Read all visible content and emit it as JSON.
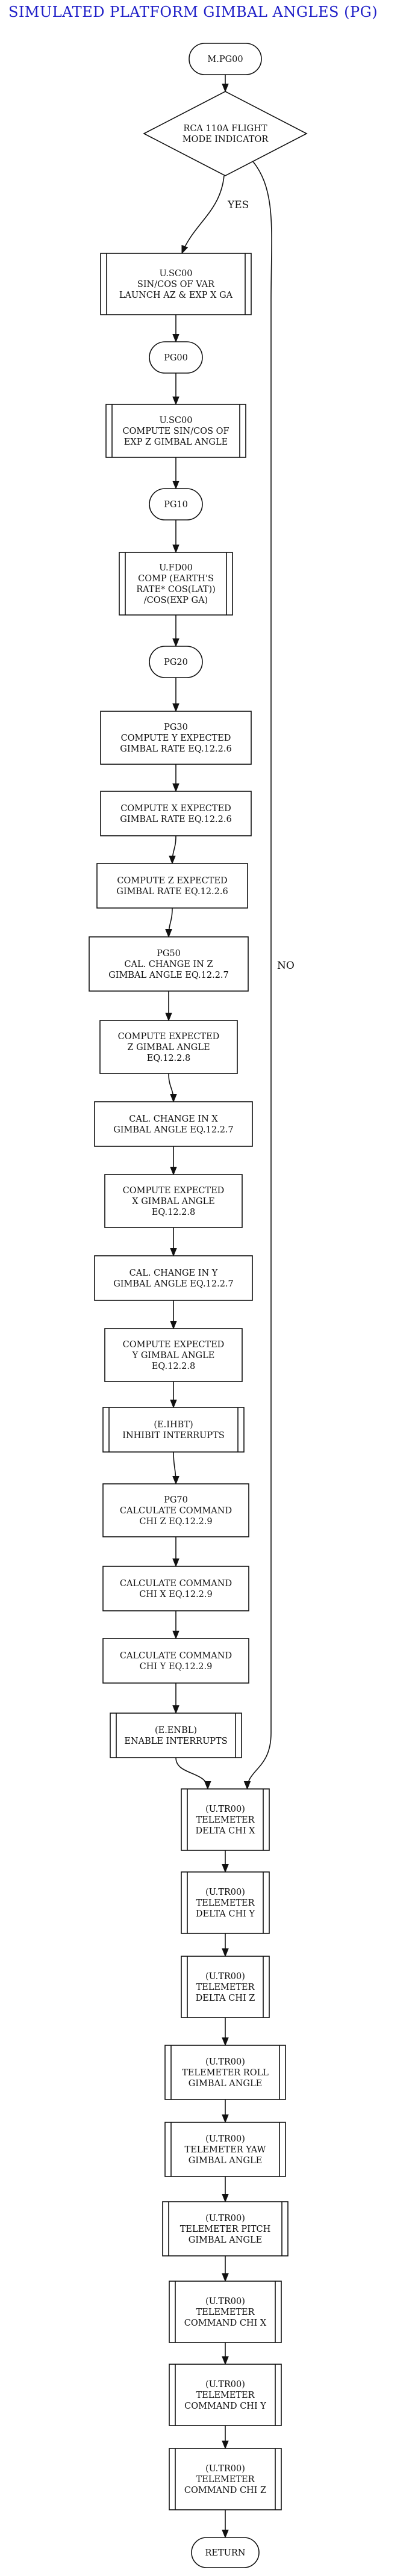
{
  "title": "SIMULATED PLATFORM GIMBAL ANGLES (PG)",
  "nodes": [
    {
      "id": "start",
      "shape": "terminal",
      "lines": [
        "M.PG00"
      ]
    },
    {
      "id": "decision",
      "shape": "diamond",
      "lines": [
        "RCA 110A FLIGHT",
        "MODE INDICATOR"
      ]
    },
    {
      "id": "usc00a",
      "shape": "subroutine",
      "lines": [
        "U.SC00",
        "SIN/COS OF VAR",
        "LAUNCH AZ & EXP X GA"
      ]
    },
    {
      "id": "pg00",
      "shape": "terminal",
      "lines": [
        "PG00"
      ]
    },
    {
      "id": "usc00b",
      "shape": "subroutine",
      "lines": [
        "U.SC00",
        "COMPUTE SIN/COS OF",
        "EXP Z GIMBAL ANGLE"
      ]
    },
    {
      "id": "pg10",
      "shape": "terminal",
      "lines": [
        "PG10"
      ]
    },
    {
      "id": "ufd00",
      "shape": "subroutine",
      "lines": [
        "U.FD00",
        "COMP (EARTH'S",
        "RATE* COS(LAT))",
        "/COS(EXP GA)"
      ]
    },
    {
      "id": "pg20",
      "shape": "terminal",
      "lines": [
        "PG20"
      ]
    },
    {
      "id": "pg30",
      "shape": "process",
      "lines": [
        "PG30",
        "COMPUTE Y EXPECTED",
        "GIMBAL RATE EQ.12.2.6"
      ]
    },
    {
      "id": "cxr",
      "shape": "process",
      "lines": [
        "COMPUTE X EXPECTED",
        "GIMBAL RATE EQ.12.2.6"
      ]
    },
    {
      "id": "czr",
      "shape": "process",
      "lines": [
        "COMPUTE Z EXPECTED",
        "GIMBAL RATE EQ.12.2.6"
      ]
    },
    {
      "id": "pg50",
      "shape": "process",
      "lines": [
        "PG50",
        "CAL. CHANGE IN Z",
        "GIMBAL ANGLE EQ.12.2.7"
      ]
    },
    {
      "id": "cez",
      "shape": "process",
      "lines": [
        "COMPUTE EXPECTED",
        "Z GIMBAL ANGLE",
        "EQ.12.2.8"
      ]
    },
    {
      "id": "ccx",
      "shape": "process",
      "lines": [
        "CAL. CHANGE IN X",
        "GIMBAL ANGLE EQ.12.2.7"
      ]
    },
    {
      "id": "cex",
      "shape": "process",
      "lines": [
        "COMPUTE EXPECTED",
        "X GIMBAL ANGLE",
        "EQ.12.2.8"
      ]
    },
    {
      "id": "ccy",
      "shape": "process",
      "lines": [
        "CAL. CHANGE IN Y",
        "GIMBAL ANGLE EQ.12.2.7"
      ]
    },
    {
      "id": "cey",
      "shape": "process",
      "lines": [
        "COMPUTE EXPECTED",
        "Y GIMBAL ANGLE",
        "EQ.12.2.8"
      ]
    },
    {
      "id": "inhibit",
      "shape": "subroutine",
      "lines": [
        "(E.IHBT)",
        "INHIBIT INTERRUPTS"
      ]
    },
    {
      "id": "pg70",
      "shape": "process",
      "lines": [
        "PG70",
        "CALCULATE COMMAND",
        "CHI Z EQ.12.2.9"
      ]
    },
    {
      "id": "chix",
      "shape": "process",
      "lines": [
        "CALCULATE COMMAND",
        "CHI X EQ.12.2.9"
      ]
    },
    {
      "id": "chiy",
      "shape": "process",
      "lines": [
        "CALCULATE COMMAND",
        "CHI Y EQ.12.2.9"
      ]
    },
    {
      "id": "enable",
      "shape": "subroutine",
      "lines": [
        "(E.ENBL)",
        "ENABLE INTERRUPTS"
      ]
    },
    {
      "id": "tdx",
      "shape": "subroutine",
      "lines": [
        "(U.TR00)",
        "TELEMETER",
        "DELTA CHI X"
      ]
    },
    {
      "id": "tdy",
      "shape": "subroutine",
      "lines": [
        "(U.TR00)",
        "TELEMETER",
        "DELTA CHI Y"
      ]
    },
    {
      "id": "tdz",
      "shape": "subroutine",
      "lines": [
        "(U.TR00)",
        "TELEMETER",
        "DELTA CHI Z"
      ]
    },
    {
      "id": "troll",
      "shape": "subroutine",
      "lines": [
        "(U.TR00)",
        "TELEMETER ROLL",
        "GIMBAL ANGLE"
      ]
    },
    {
      "id": "tyaw",
      "shape": "subroutine",
      "lines": [
        "(U.TR00)",
        "TELEMETER YAW",
        "GIMBAL ANGLE"
      ]
    },
    {
      "id": "tpitch",
      "shape": "subroutine",
      "lines": [
        "(U.TR00)",
        "TELEMETER PITCH",
        "GIMBAL ANGLE"
      ]
    },
    {
      "id": "tcx",
      "shape": "subroutine",
      "lines": [
        "(U.TR00)",
        "TELEMETER",
        "COMMAND CHI X"
      ]
    },
    {
      "id": "tcy",
      "shape": "subroutine",
      "lines": [
        "(U.TR00)",
        "TELEMETER",
        "COMMAND CHI Y"
      ]
    },
    {
      "id": "tcz",
      "shape": "subroutine",
      "lines": [
        "(U.TR00)",
        "TELEMETER",
        "COMMAND CHI Z"
      ]
    },
    {
      "id": "ret",
      "shape": "terminal",
      "lines": [
        "RETURN"
      ]
    }
  ],
  "edges": [
    {
      "from": "start",
      "to": "decision"
    },
    {
      "from": "decision",
      "to": "usc00a",
      "label": "YES"
    },
    {
      "from": "decision",
      "to": "tdx",
      "label": "NO"
    },
    {
      "from": "usc00a",
      "to": "pg00"
    },
    {
      "from": "pg00",
      "to": "usc00b"
    },
    {
      "from": "usc00b",
      "to": "pg10"
    },
    {
      "from": "pg10",
      "to": "ufd00"
    },
    {
      "from": "ufd00",
      "to": "pg20"
    },
    {
      "from": "pg20",
      "to": "pg30"
    },
    {
      "from": "pg30",
      "to": "cxr"
    },
    {
      "from": "cxr",
      "to": "czr"
    },
    {
      "from": "czr",
      "to": "pg50"
    },
    {
      "from": "pg50",
      "to": "cez"
    },
    {
      "from": "cez",
      "to": "ccx"
    },
    {
      "from": "ccx",
      "to": "cex"
    },
    {
      "from": "cex",
      "to": "ccy"
    },
    {
      "from": "ccy",
      "to": "cey"
    },
    {
      "from": "cey",
      "to": "inhibit"
    },
    {
      "from": "inhibit",
      "to": "pg70"
    },
    {
      "from": "pg70",
      "to": "chix"
    },
    {
      "from": "chix",
      "to": "chiy"
    },
    {
      "from": "chiy",
      "to": "enable"
    },
    {
      "from": "enable",
      "to": "tdx"
    },
    {
      "from": "tdx",
      "to": "tdy"
    },
    {
      "from": "tdy",
      "to": "tdz"
    },
    {
      "from": "tdz",
      "to": "troll"
    },
    {
      "from": "troll",
      "to": "tyaw"
    },
    {
      "from": "tyaw",
      "to": "tpitch"
    },
    {
      "from": "tpitch",
      "to": "tcx"
    },
    {
      "from": "tcx",
      "to": "tcy"
    },
    {
      "from": "tcy",
      "to": "tcz"
    },
    {
      "from": "tcz",
      "to": "ret"
    }
  ]
}
